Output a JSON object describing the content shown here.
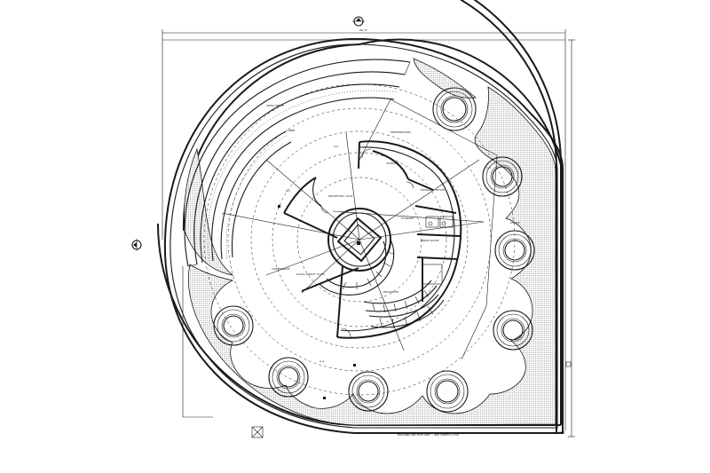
{
  "drawing": {
    "type": "architectural floor plan",
    "dimension_top": "96'-0\"",
    "room_tags": [
      "PRESENTATION",
      "STORAGE",
      "MANAGER OFFICE",
      "PLAZA DIRECT SALES",
      "RECEPTION / WAIT",
      "BREAK ROOM",
      "OFFICE",
      "STORAGE",
      "LOBBY",
      "OPEN OFFICE",
      "CONFERENCE",
      "RESTROOM"
    ],
    "wall_tags": [
      "A-1",
      "A-2",
      "A-3",
      "A-4"
    ],
    "bottom_note": "BUILDING SECTION LINE — SEE SHEETS A-301"
  },
  "colors": {
    "line": "#1a1a1a",
    "hatch": "#8a8a8a",
    "background": "#ffffff"
  },
  "icons": [
    "north-arrow-icon",
    "section-marker-icon",
    "planter-icon",
    "column-icon"
  ]
}
